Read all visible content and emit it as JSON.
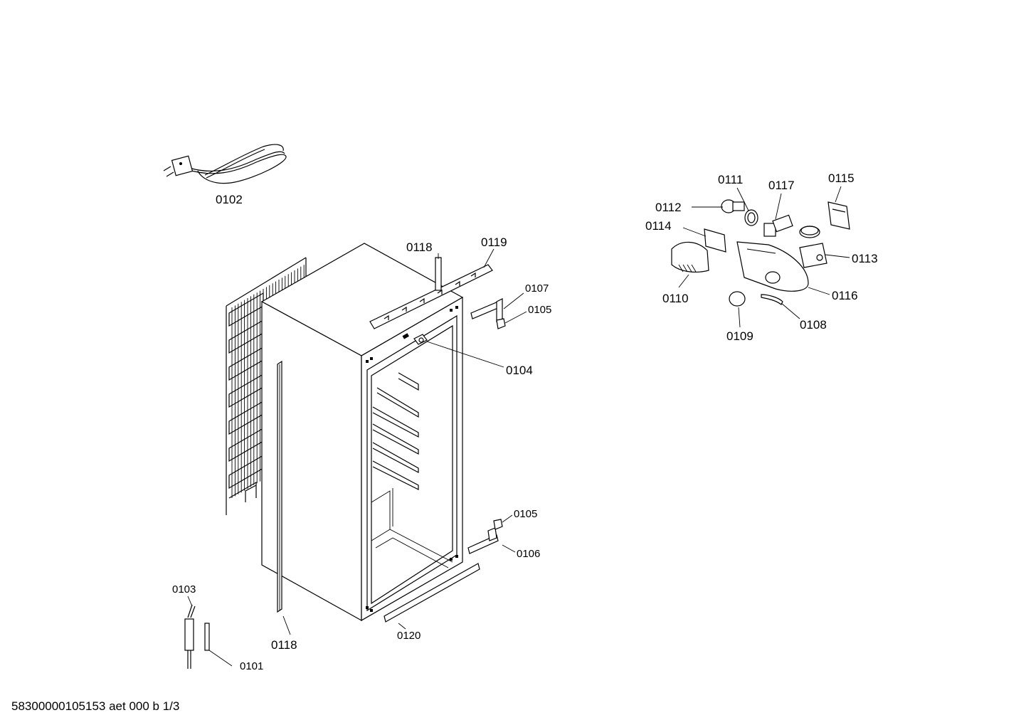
{
  "parts": {
    "p0101": "0101",
    "p0102": "0102",
    "p0103": "0103",
    "p0104": "0104",
    "p0105a": "0105",
    "p0105b": "0105",
    "p0106": "0106",
    "p0107": "0107",
    "p0108": "0108",
    "p0109": "0109",
    "p0110": "0110",
    "p0111": "0111",
    "p0112": "0112",
    "p0113": "0113",
    "p0114": "0114",
    "p0115": "0115",
    "p0116": "0116",
    "p0117": "0117",
    "p0118a": "0118",
    "p0118b": "0118",
    "p0119": "0119",
    "p0120": "0120"
  },
  "footer": {
    "doc_id": "58300000105153 aet 000 b 1/3"
  }
}
